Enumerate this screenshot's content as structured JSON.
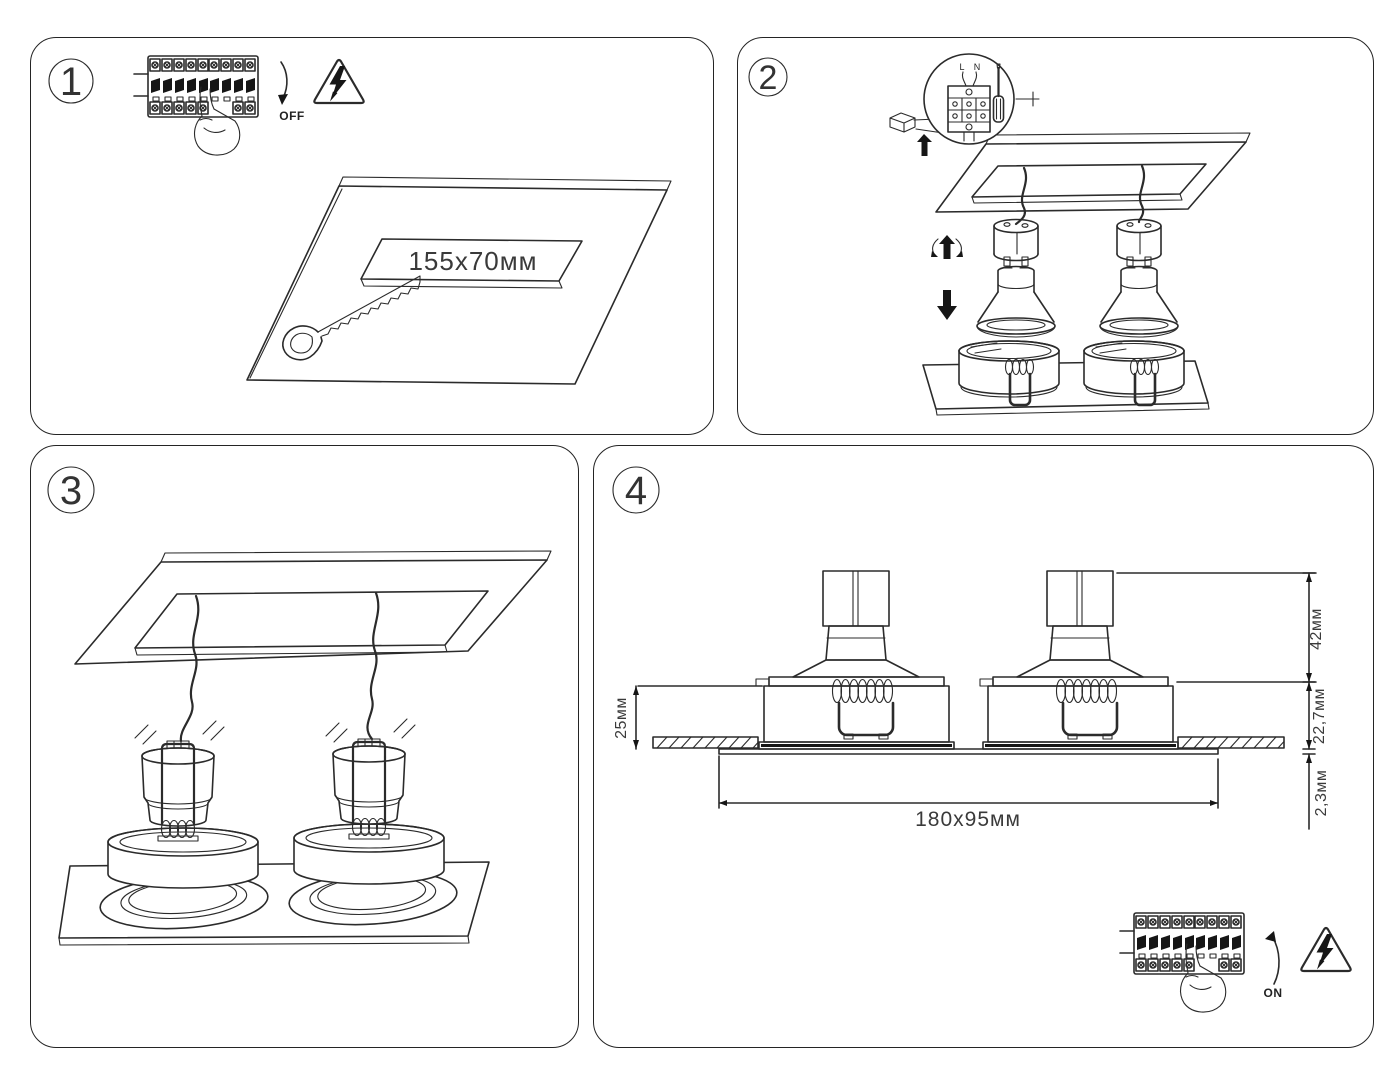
{
  "step1": {
    "number": "1",
    "switch_label": "OFF",
    "cutout_label": "155x70мм"
  },
  "step2": {
    "number": "2",
    "terminal_l": "L",
    "terminal_n": "N"
  },
  "step3": {
    "number": "3"
  },
  "step4": {
    "number": "4",
    "switch_label": "ON",
    "dim_above_ceiling": "42мм",
    "dim_recess_left": "25мм",
    "dim_recess_right": "22,7мм",
    "dim_trim_thickness": "2,3мм",
    "dim_frame_size": "180x95мм"
  },
  "colors": {
    "line": "#2b2b2b",
    "solid": "#161616",
    "text": "#333333",
    "background": "#ffffff"
  }
}
